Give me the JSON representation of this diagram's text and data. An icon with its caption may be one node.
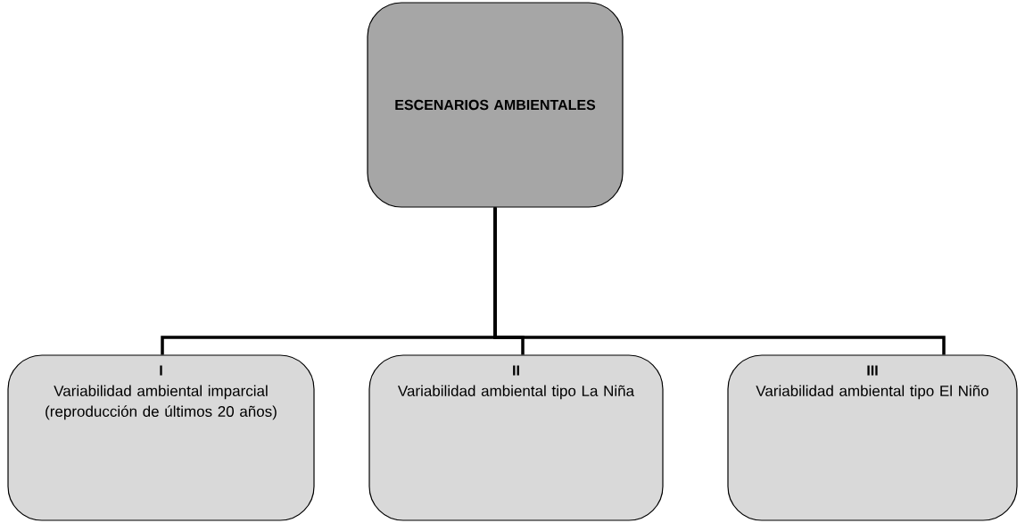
{
  "diagram": {
    "nodes": [
      {
        "text": [
          "ESCENARIOS AMBIENTALES"
        ]
      },
      {
        "text": [
          "I",
          "Variabilidad ambiental imparcial (reproducción de últimos 20 años)"
        ]
      },
      {
        "text": [
          "II",
          "Variabilidad ambiental tipo La Niña"
        ]
      },
      {
        "text": [
          "III",
          "Variabilidad ambiental tipo El Niño"
        ]
      }
    ],
    "edges": [
      {
        "from": 0,
        "to": 1,
        "arrow": "none"
      },
      {
        "from": 0,
        "to": 2,
        "arrow": "none"
      },
      {
        "from": 0,
        "to": 3,
        "arrow": "none"
      }
    ]
  }
}
